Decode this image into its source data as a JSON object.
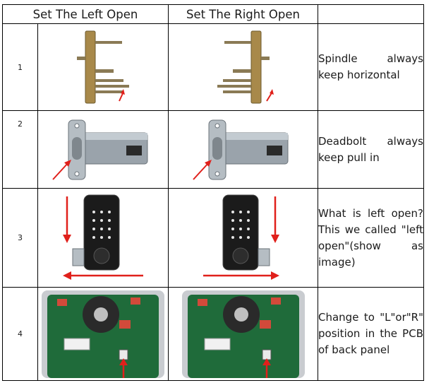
{
  "header": {
    "col_left": "Set The Left Open",
    "col_right": "Set The Right Open",
    "col_desc": ""
  },
  "rows": [
    {
      "num": "1",
      "description": "Spindle always keep horizontal",
      "left_image": "spindle-mechanism-photo",
      "right_image": "spindle-mechanism-photo"
    },
    {
      "num": "2",
      "description": "Deadbolt always keep pull in",
      "left_image": "deadbolt-latch-photo",
      "right_image": "deadbolt-latch-photo"
    },
    {
      "num": "3",
      "description": "What is left open? This we called \"left open\"(show as image)",
      "left_image": "keypad-lock-photo",
      "right_image": "keypad-lock-photo"
    },
    {
      "num": "4",
      "description": "Change to \"L\"or\"R\" position in the PCB of back panel",
      "left_image": "pcb-board-photo",
      "right_image": "pcb-board-photo"
    }
  ],
  "colors": {
    "arrow": "#e0201b",
    "pcb": "#1f6b3a",
    "metal": "#9aa3ab",
    "brass": "#a8894a"
  }
}
